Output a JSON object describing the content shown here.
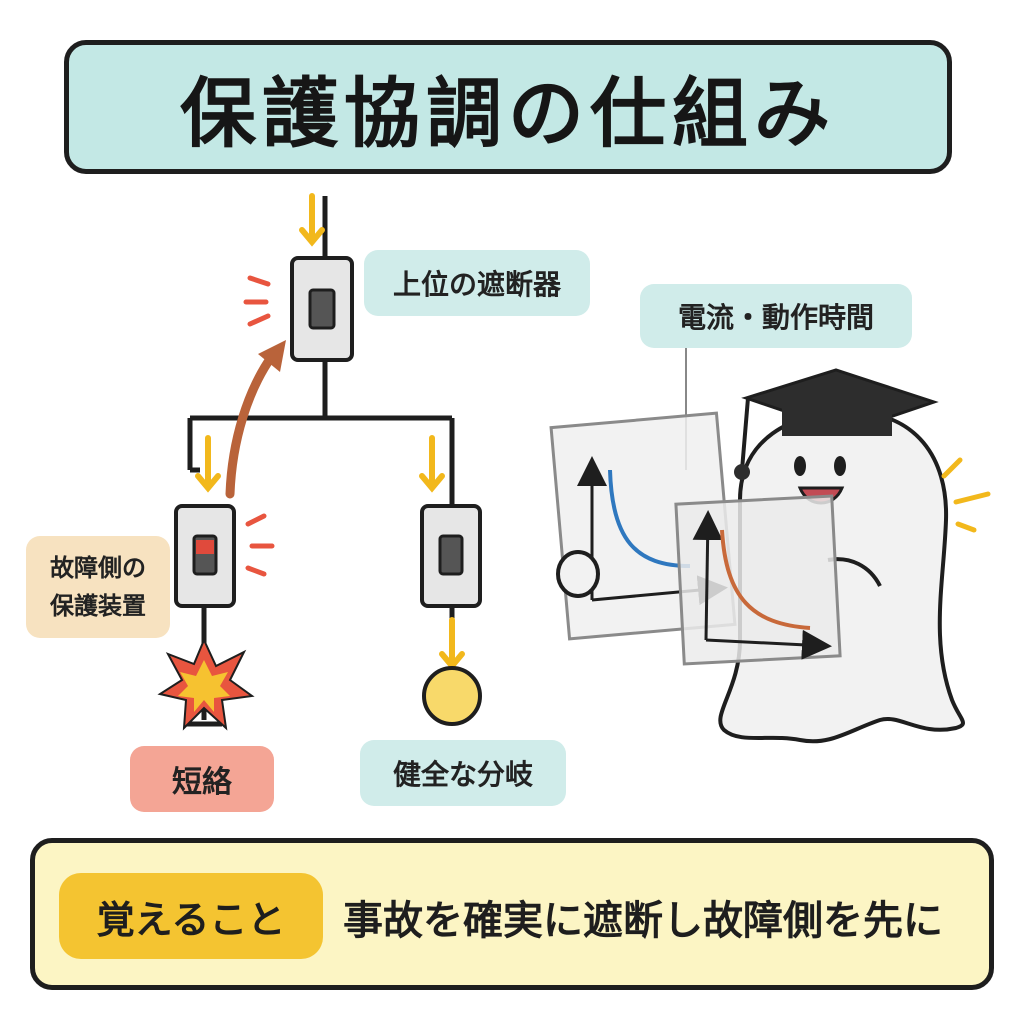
{
  "title": "保護協調の仕組み",
  "labels": {
    "upper_breaker": "上位の遮断器",
    "fault_side_line1": "故障側の",
    "fault_side_line2": "保護装置",
    "short_circuit": "短絡",
    "healthy_branch": "健全な分岐",
    "current_time": "電流・動作時間"
  },
  "memo": {
    "tag": "覚えること",
    "text": "事故を確実に遮断し故障側を先に"
  },
  "colors": {
    "title_bg": "#c3e8e5",
    "label_teal": "#d0ecea",
    "label_tan": "#f7e2c0",
    "label_red": "#f4a595",
    "memo_bg": "#fcf5c4",
    "memo_tag": "#f4c431",
    "arrow_yellow": "#f2b81c",
    "backup_arrow": "#b9633a",
    "curve_blue": "#2f78bf",
    "curve_orange": "#c8693a",
    "fault_indicator": "#e04a3c",
    "load_circle": "#f8d96a"
  },
  "icons": {
    "breaker": "breaker-icon",
    "explosion": "explosion-icon",
    "load": "load-circle-icon",
    "mascot": "ghost-graduate-icon"
  }
}
